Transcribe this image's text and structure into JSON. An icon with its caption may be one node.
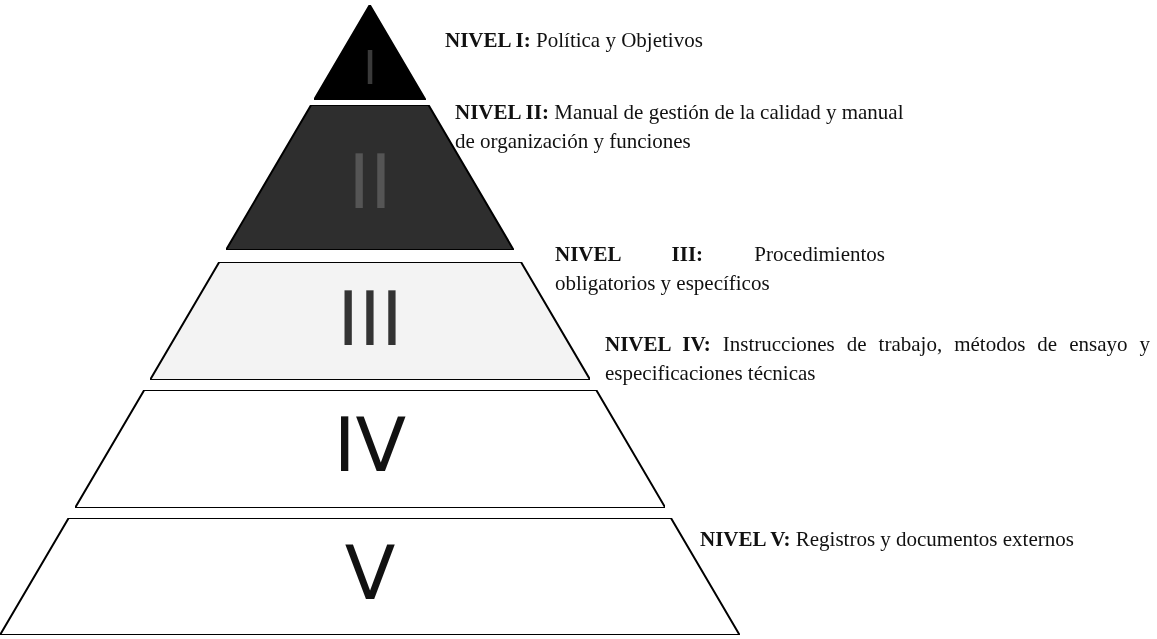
{
  "diagram": {
    "nodes": [
      {
        "text": [
          "I"
        ],
        "beside": [
          "**NIVEL I:** Política y Objetivos"
        ]
      },
      {
        "text": [
          "II"
        ],
        "beside": [
          "**NIVEL II:** Manual de gestión de la calidad y manual de organización y funciones"
        ]
      },
      {
        "text": [
          "III"
        ],
        "beside": [
          "**NIVEL III:** Procedimientos obligatorios y específicos"
        ]
      },
      {
        "text": [
          "IV"
        ],
        "beside": [
          "**NIVEL IV:** Instrucciones de trabajo, métodos de ensayo y especificaciones técnicas"
        ]
      },
      {
        "text": [
          "V"
        ],
        "beside": [
          "**NIVEL V:** Registros y documentos externos"
        ]
      }
    ],
    "edges": []
  }
}
